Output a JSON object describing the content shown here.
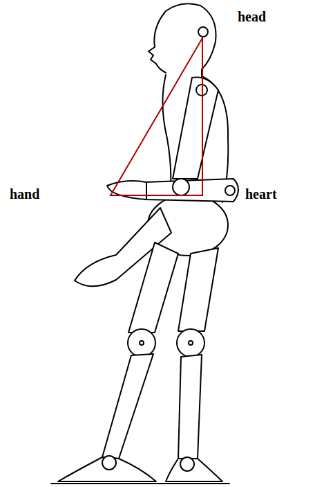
{
  "diagram": {
    "labels": [
      "head",
      "hand",
      "heart"
    ]
  }
}
